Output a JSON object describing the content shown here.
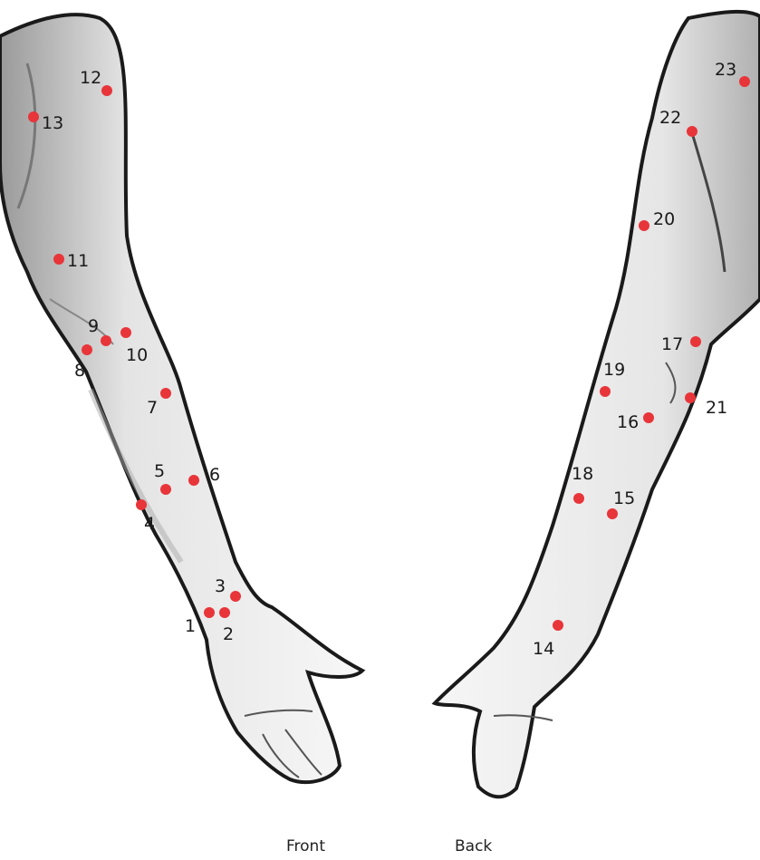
{
  "colors": {
    "point": "#e8353a",
    "outline": "#1a1a1a",
    "skin": "#ffffff"
  },
  "captions": {
    "front": "Front",
    "back": "Back"
  },
  "front_points": [
    {
      "id": "point-1",
      "label": "1"
    },
    {
      "id": "point-2",
      "label": "2"
    },
    {
      "id": "point-3",
      "label": "3"
    },
    {
      "id": "point-4",
      "label": "4"
    },
    {
      "id": "point-5",
      "label": "5"
    },
    {
      "id": "point-6",
      "label": "6"
    },
    {
      "id": "point-7",
      "label": "7"
    },
    {
      "id": "point-8",
      "label": "8"
    },
    {
      "id": "point-9",
      "label": "9"
    },
    {
      "id": "point-10",
      "label": "10"
    },
    {
      "id": "point-11",
      "label": "11"
    },
    {
      "id": "point-12",
      "label": "12"
    },
    {
      "id": "point-13",
      "label": "13"
    }
  ],
  "back_points": [
    {
      "id": "point-14",
      "label": "14"
    },
    {
      "id": "point-15",
      "label": "15"
    },
    {
      "id": "point-16",
      "label": "16"
    },
    {
      "id": "point-17",
      "label": "17"
    },
    {
      "id": "point-18",
      "label": "18"
    },
    {
      "id": "point-19",
      "label": "19"
    },
    {
      "id": "point-20",
      "label": "20"
    },
    {
      "id": "point-21",
      "label": "21"
    },
    {
      "id": "point-22",
      "label": "22"
    },
    {
      "id": "point-23",
      "label": "23"
    }
  ]
}
